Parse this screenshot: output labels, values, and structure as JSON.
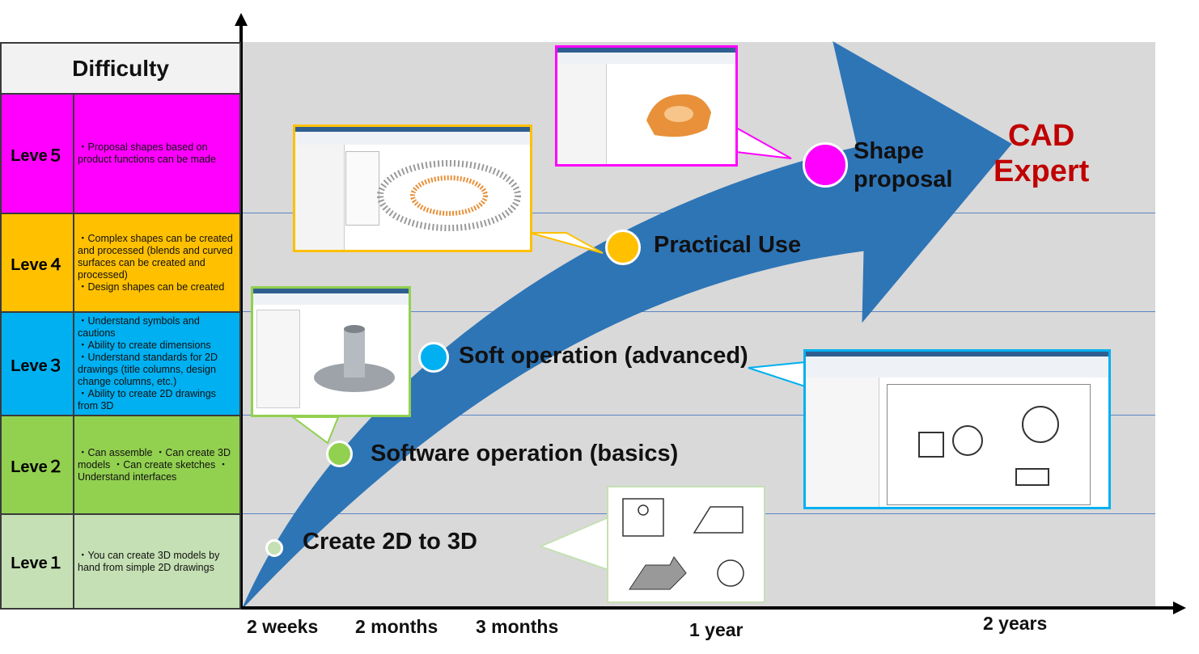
{
  "difficulty_header": "Difficulty",
  "levels": [
    {
      "label": "Leve５",
      "color": "#ff00ff",
      "description": "・Proposal shapes based on product functions can be made"
    },
    {
      "label": "Leve４",
      "color": "#ffc000",
      "description": "・Complex shapes can be created and processed (blends and curved surfaces can be created and processed)\n・Design shapes can be created"
    },
    {
      "label": "Leve３",
      "color": "#00b0f0",
      "description": "・Understand symbols and cautions\n・Ability to create dimensions\n・Understand standards for 2D drawings (title columns, design change columns, etc.)\n・Ability to create 2D drawings from 3D"
    },
    {
      "label": "Leve２",
      "color": "#92d050",
      "description": "・Can assemble ・Can create 3D models ・Can create sketches ・ Understand interfaces"
    },
    {
      "label": "Leve１",
      "color": "#c5e0b4",
      "description": "・You can create 3D models by hand from simple 2D drawings"
    }
  ],
  "stages": [
    {
      "label": "Create 2D to 3D",
      "color": "#c5e0b4"
    },
    {
      "label": "Software operation (basics)",
      "color": "#92d050"
    },
    {
      "label": "Soft operation (advanced)",
      "color": "#00b0f0"
    },
    {
      "label": "Practical Use",
      "color": "#ffc000"
    },
    {
      "label": "Shape\nproposal",
      "color": "#ff00ff"
    }
  ],
  "goal": "CAD\nExpert",
  "goal_color": "#c00000",
  "arrow_color": "#2e75b6",
  "time_axis": [
    "2 weeks",
    "2 months",
    "3 months",
    "1 year",
    "2 years"
  ]
}
